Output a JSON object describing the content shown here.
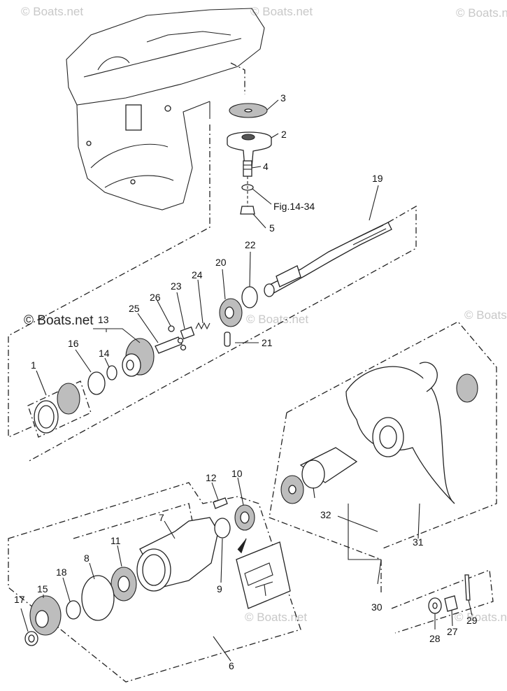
{
  "watermarks": [
    "© Boats.net",
    "© Boats.net",
    "© Boats.net",
    "© Boats.net",
    "© Boats.net",
    "© Boats.net",
    "© Boats.net",
    "© Boats.net"
  ],
  "labels": [
    "1",
    "2",
    "3",
    "4",
    "5",
    "6",
    "7",
    "8",
    "9",
    "10",
    "11",
    "12",
    "13",
    "14",
    "15",
    "16",
    "17",
    "18",
    "19",
    "20",
    "21",
    "22",
    "23",
    "24",
    "25",
    "26",
    "27",
    "28",
    "29",
    "30",
    "31",
    "32"
  ],
  "reference": "Fig.14-34"
}
